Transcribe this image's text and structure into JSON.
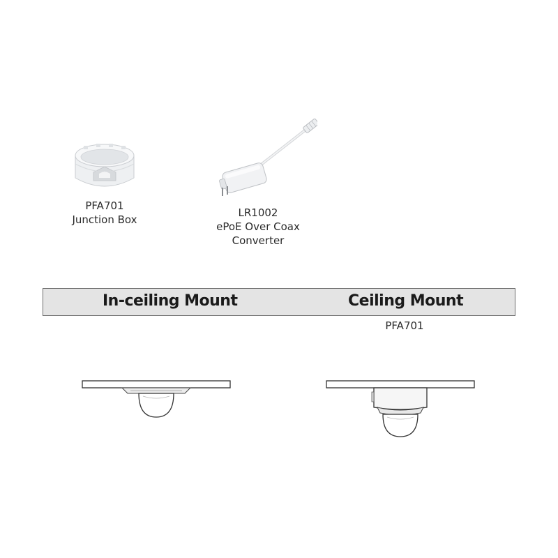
{
  "products": [
    {
      "model": "PFA701",
      "name": "Junction Box"
    },
    {
      "model": "LR1002",
      "name_line1": "ePoE Over Coax",
      "name_line2": "Converter"
    }
  ],
  "mounts": {
    "in_ceiling": {
      "title": "In-ceiling Mount",
      "accessory": ""
    },
    "ceiling": {
      "title": "Ceiling Mount",
      "accessory": "PFA701"
    }
  }
}
